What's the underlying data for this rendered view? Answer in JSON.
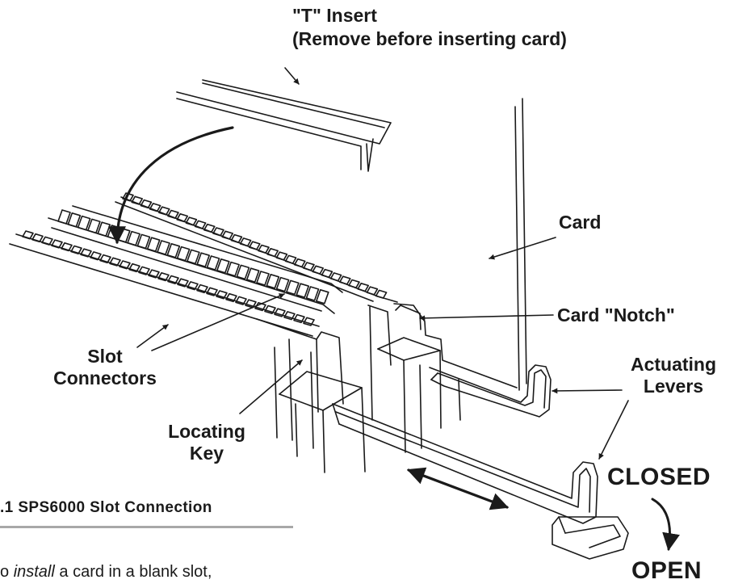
{
  "labels": {
    "t_insert_line1": "\"T\" Insert",
    "t_insert_line2": "(Remove before inserting card)",
    "card": "Card",
    "card_notch": "Card \"Notch\"",
    "actuating_line1": "Actuating",
    "actuating_line2": "Levers",
    "slot_line1": "Slot",
    "slot_line2": "Connectors",
    "locating_line1": "Locating",
    "locating_line2": "Key",
    "closed": "CLOSED",
    "open": "OPEN"
  },
  "caption": ".1  SPS6000 Slot Connection",
  "body": {
    "prefix": "o ",
    "emphasis": "install",
    "suffix": " a card in a blank slot,"
  }
}
